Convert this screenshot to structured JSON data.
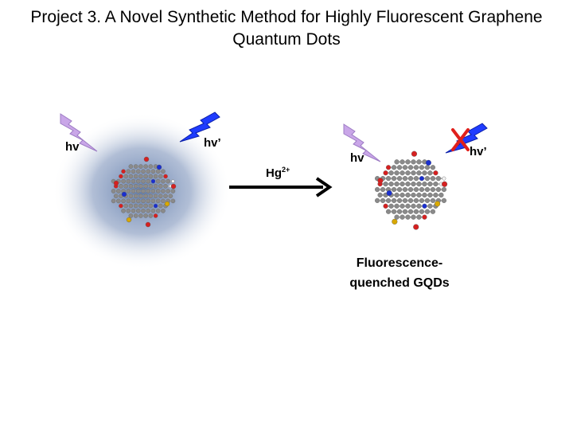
{
  "title": {
    "line1": "Project 3. A Novel Synthetic Method for Highly Fluorescent Graphene",
    "line2": "Quantum Dots"
  },
  "left_panel": {
    "excitation_label": "hv",
    "emission_label": "hv’",
    "excitation_color": "#c9a6e8",
    "emission_color": "#1f3cff",
    "glow_color": "#4a6aa0"
  },
  "reaction": {
    "reagent": "Hg",
    "reagent_charge": "2+"
  },
  "right_panel": {
    "excitation_label": "hv",
    "emission_label": "hv’",
    "quench_mark_color": "#e0201c",
    "caption_line1": "Fluorescence-",
    "caption_line2": "quenched GQDs"
  },
  "atom_colors": {
    "carbon": "#8a8a8a",
    "oxygen": "#d62020",
    "nitrogen": "#1a2fd0",
    "sulfur": "#d8a800",
    "hydrogen": "#f2f2f2"
  }
}
